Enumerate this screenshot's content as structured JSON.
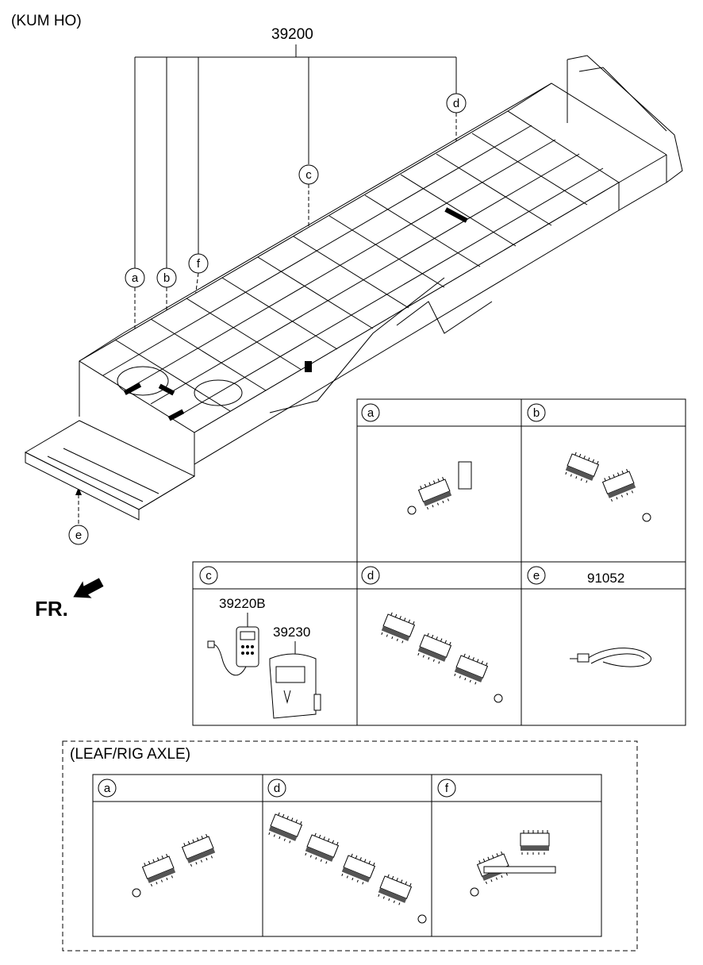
{
  "model": "(KUM HO)",
  "main_part_number": "39200",
  "front_indicator": "FR.",
  "callouts": {
    "a": "a",
    "b": "b",
    "c": "c",
    "d": "d",
    "e": "e",
    "f": "f"
  },
  "panel_c": {
    "label": "c",
    "parts": [
      "39220B",
      "39230"
    ]
  },
  "panel_e": {
    "label": "e",
    "part": "91052"
  },
  "leaf_section": {
    "title": "(LEAF/RIG AXLE)",
    "labels": [
      "a",
      "d",
      "f"
    ]
  }
}
